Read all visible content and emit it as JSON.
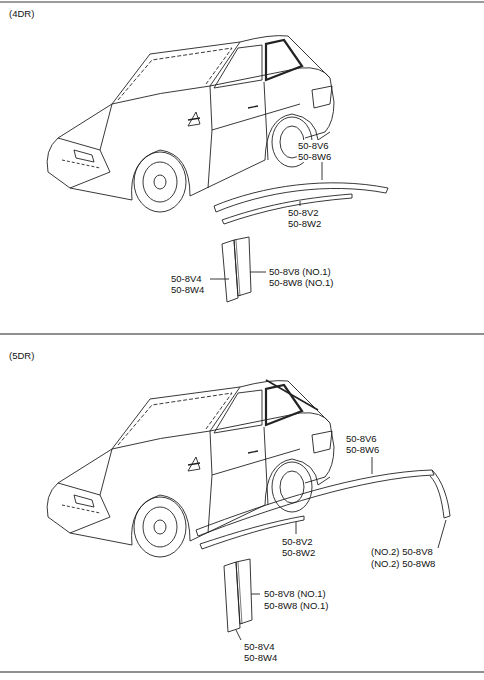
{
  "diagram": {
    "labels": [
      "(4DR)",
      "50-8V6",
      "50-8W6",
      "50-8V2",
      "50-8W2",
      "50-8V4",
      "50-8W4",
      "50-8V8 (NO.1)",
      "50-8W8 (NO.1)",
      "(5DR)",
      "50-8V6",
      "50-8W6",
      "50-8V2",
      "50-8W2",
      "(NO.2) 50-8V8",
      "(NO.2) 50-8W8",
      "50-8V8 (NO.1)",
      "50-8W8 (NO.1)",
      "50-8V4",
      "50-8W4"
    ]
  }
}
